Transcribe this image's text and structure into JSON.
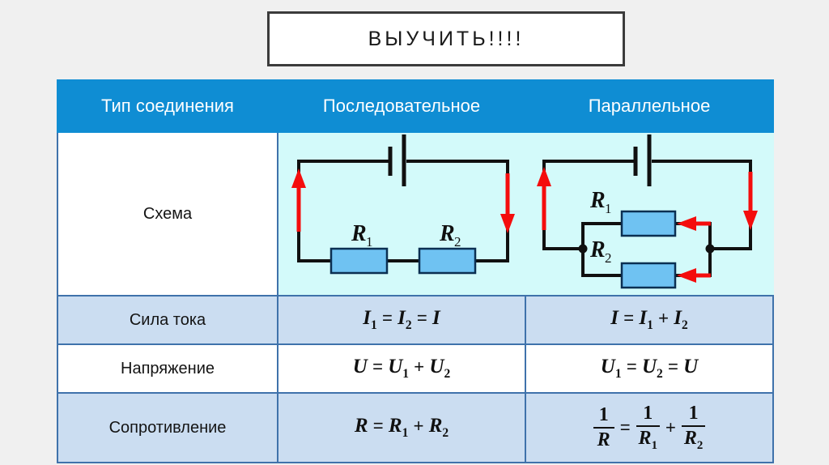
{
  "title": {
    "text": "ВЫУЧИТЬ!!!!"
  },
  "colors": {
    "page_background": "#f0f0f0",
    "header_blue": "#0f8dd3",
    "band_blue": "#cbddf1",
    "circuit_background": "#d3fafa",
    "resistor_fill": "#6fc2f2",
    "wire_black": "#101010",
    "arrow_red": "#f40d0d",
    "border_blue": "#3f72ab"
  },
  "table": {
    "headers": [
      "Тип соединения",
      "Последовательное",
      "Параллельное"
    ],
    "rows": [
      {
        "label": "Схема",
        "series": "series-circuit-diagram",
        "parallel": "parallel-circuit-diagram"
      },
      {
        "label": "Сила тока",
        "series": {
          "parts": [
            "I",
            "1",
            "=",
            "I",
            "2",
            "=",
            "I"
          ]
        },
        "parallel": {
          "parts": [
            "I",
            "=",
            "I",
            "1",
            "+",
            "I",
            "2"
          ]
        }
      },
      {
        "label": "Напряжение",
        "series": {
          "parts": [
            "U",
            "=",
            "U",
            "1",
            "+",
            "U",
            "2"
          ]
        },
        "parallel": {
          "parts": [
            "U",
            "1",
            "=",
            "U",
            "2",
            "=",
            "U"
          ]
        }
      },
      {
        "label": "Сопротивление",
        "series": {
          "parts": [
            "R",
            "=",
            "R",
            "1",
            "+",
            "R",
            "2"
          ]
        },
        "parallel": {
          "fractions": [
            {
              "num": "1",
              "den": "R",
              "sub": ""
            },
            {
              "num": "1",
              "den": "R",
              "sub": "1"
            },
            {
              "num": "1",
              "den": "R",
              "sub": "2"
            }
          ],
          "operators": [
            "=",
            "+"
          ]
        }
      }
    ],
    "formula_text": {
      "current_series": "I₁ = I₂ = I",
      "current_parallel": "I = I₁ + I₂",
      "voltage_series": "U = U₁ + U₂",
      "voltage_parallel": "U₁ = U₂ = U",
      "resistance_series": "R = R₁ + R₂",
      "resistance_parallel": "1/R = 1/R₁ + 1/R₂"
    }
  },
  "circuits": {
    "series": {
      "label_r1": "R",
      "label_r1_sub": "1",
      "label_r2": "R",
      "label_r2_sub": "2",
      "battery": "battery-symbol",
      "arrows": [
        "left-arrow-up",
        "right-arrow-down"
      ],
      "resistor_count": 2
    },
    "parallel": {
      "label_r1": "R",
      "label_r1_sub": "1",
      "label_r2": "R",
      "label_r2_sub": "2",
      "battery": "battery-symbol",
      "arrows": [
        "left-arrow-up",
        "right-arrow-down",
        "branch1-arrow-left",
        "branch2-arrow-left"
      ],
      "resistor_count": 2,
      "junctions": 2
    }
  }
}
